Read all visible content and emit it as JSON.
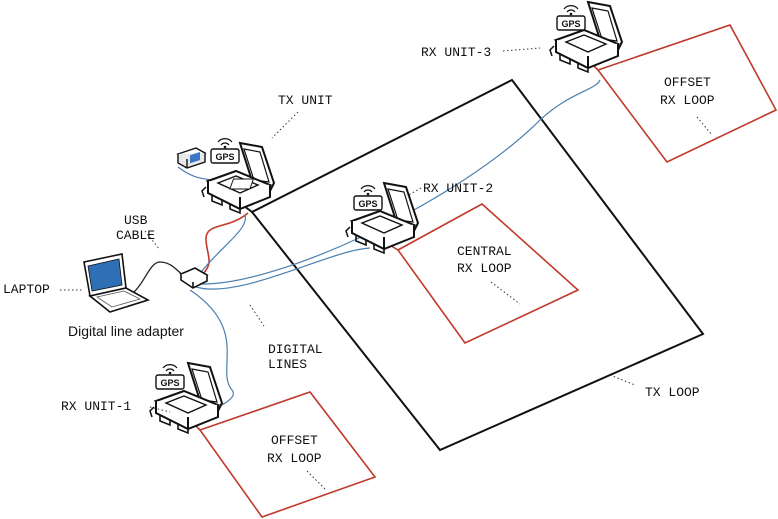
{
  "labels": {
    "tx_unit": "TX UNIT",
    "rx_unit_1": "RX UNIT-1",
    "rx_unit_2": "RX UNIT-2",
    "rx_unit_3": "RX UNIT-3",
    "usb_cable_line1": "USB",
    "usb_cable_line2": "CABLE",
    "laptop": "LAPTOP",
    "digital_line_adapter": "Digital line adapter",
    "digital_lines_line1": "DIGITAL",
    "digital_lines_line2": "LINES",
    "tx_loop": "TX LOOP",
    "central_rx_loop_line1": "CENTRAL",
    "central_rx_loop_line2": "RX LOOP",
    "offset_rx_loop_top_line1": "OFFSET",
    "offset_rx_loop_top_line2": "RX LOOP",
    "offset_rx_loop_bottom_line1": "OFFSET",
    "offset_rx_loop_bottom_line2": "RX LOOP",
    "gps": "GPS"
  },
  "colors": {
    "tx_loop": "#111111",
    "rx_loop": "#c0392b",
    "digital_line": "#4a7fb0",
    "usb_cable": "#222222",
    "tx_cable": "#c0392b"
  },
  "icons": [
    "laptop-icon",
    "gps-antenna-icon",
    "battery-icon",
    "field-unit-icon",
    "adapter-icon"
  ]
}
